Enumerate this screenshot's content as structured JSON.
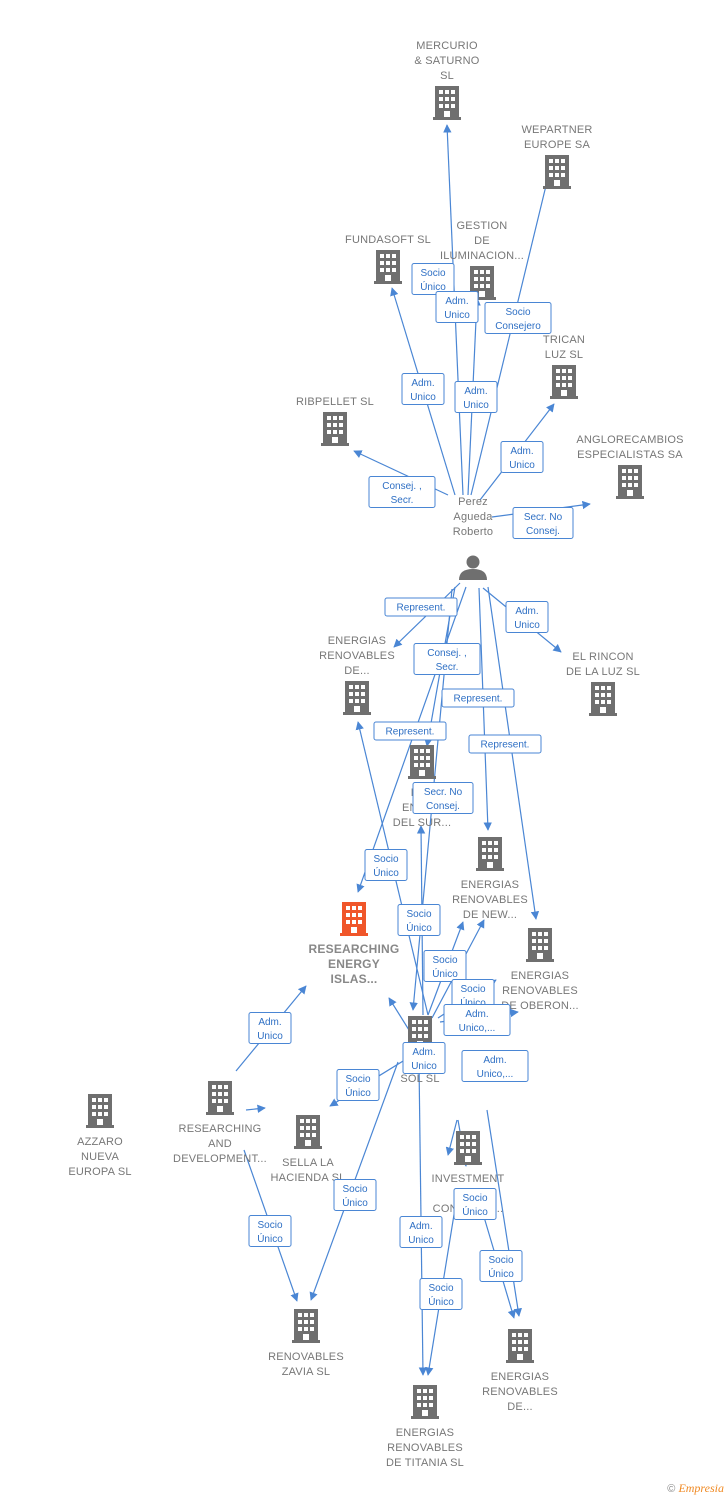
{
  "colors": {
    "edge": "#4a86d4",
    "building": "#6f6f6f",
    "focus": "#f0562a",
    "person": "#6f6f6f"
  },
  "person": {
    "id": "perez",
    "lines": [
      "Perez",
      "Agueda",
      "Roberto"
    ],
    "icon": "person-icon"
  },
  "nodes": [
    {
      "id": "mercurio",
      "lines": [
        "MERCURIO",
        "& SATURNO",
        "SL"
      ],
      "icon": "building-icon"
    },
    {
      "id": "wepartner",
      "lines": [
        "WEPARTNER",
        "EUROPE SA"
      ],
      "icon": "building-icon"
    },
    {
      "id": "fundasoft",
      "lines": [
        "FUNDASOFT SL"
      ],
      "icon": "building-icon"
    },
    {
      "id": "gestion",
      "lines": [
        "GESTION",
        "DE",
        "ILUMINACION..."
      ],
      "icon": "building-icon"
    },
    {
      "id": "electrican",
      "lines": [
        "TRICAN",
        "LUZ SL"
      ],
      "icon": "building-icon"
    },
    {
      "id": "ribpellet",
      "lines": [
        "RIBPELLET SL"
      ],
      "icon": "building-icon"
    },
    {
      "id": "anglorecambios",
      "lines": [
        "ANGLORECAMBIOS",
        "ESPECIALISTAS SA"
      ],
      "icon": "building-icon"
    },
    {
      "id": "energias_de",
      "lines": [
        "ENERGIAS",
        "RENOVABLES",
        "DE..."
      ],
      "icon": "building-icon"
    },
    {
      "id": "rincon",
      "lines": [
        "EL RINCON",
        "DE LA LUZ SL"
      ],
      "icon": "building-icon"
    },
    {
      "id": "fuerza",
      "lines": [
        "FUE",
        "ENERG",
        "DEL SUR..."
      ],
      "icon": "building-icon"
    },
    {
      "id": "energias_new",
      "lines": [
        "ENERGIAS",
        "RENOVABLES",
        "DE NEW..."
      ],
      "icon": "building-icon"
    },
    {
      "id": "researching_islas",
      "lines": [
        "RESEARCHING",
        "ENERGY",
        "ISLAS..."
      ],
      "icon": "building-icon",
      "focus": true
    },
    {
      "id": "energias_oberon",
      "lines": [
        "ENERGIAS",
        "RENOVABLES",
        "DE OBERON..."
      ],
      "icon": "building-icon"
    },
    {
      "id": "fernando",
      "lines": [
        "FE",
        "SOL SL"
      ],
      "icon": "building-icon"
    },
    {
      "id": "azzaro",
      "lines": [
        "AZZARO",
        "NUEVA",
        "EUROPA SL"
      ],
      "icon": "building-icon"
    },
    {
      "id": "research_dev",
      "lines": [
        "RESEARCHING",
        "AND",
        "DEVELOPMENT..."
      ],
      "icon": "building-icon"
    },
    {
      "id": "sella",
      "lines": [
        "SELLA LA",
        "HACIENDA SL"
      ],
      "icon": "building-icon"
    },
    {
      "id": "investment",
      "lines": [
        "INVESTMENT",
        "P",
        "CONSU ON..."
      ],
      "icon": "building-icon"
    },
    {
      "id": "renovables_zavia",
      "lines": [
        "RENOVABLES",
        "ZAVIA SL"
      ],
      "icon": "building-icon"
    },
    {
      "id": "energias_de2",
      "lines": [
        "ENERGIAS",
        "RENOVABLES",
        "DE..."
      ],
      "icon": "building-icon"
    },
    {
      "id": "energias_titania",
      "lines": [
        "ENERGIAS",
        "RENOVABLES",
        "DE TITANIA SL"
      ],
      "icon": "building-icon"
    }
  ],
  "edge_labels": [
    {
      "lines": [
        "Socio",
        "Único"
      ]
    },
    {
      "lines": [
        "Adm.",
        "Unico"
      ]
    },
    {
      "lines": [
        "Socio",
        "Consejero"
      ]
    },
    {
      "lines": [
        "Adm.",
        "Unico"
      ]
    },
    {
      "lines": [
        "Adm.",
        "Unico"
      ]
    },
    {
      "lines": [
        "Adm.",
        "Unico"
      ]
    },
    {
      "lines": [
        "Consej. ,",
        "Secr."
      ]
    },
    {
      "lines": [
        "Secr. No",
        "Consej."
      ]
    },
    {
      "lines": [
        "Represent."
      ]
    },
    {
      "lines": [
        "Adm.",
        "Unico"
      ]
    },
    {
      "lines": [
        "Consej. ,",
        "Secr."
      ]
    },
    {
      "lines": [
        "Represent."
      ]
    },
    {
      "lines": [
        "Represent."
      ]
    },
    {
      "lines": [
        "Represent."
      ]
    },
    {
      "lines": [
        "Secr. No",
        "Consej."
      ]
    },
    {
      "lines": [
        "Socio",
        "Único"
      ]
    },
    {
      "lines": [
        "Socio",
        "Único"
      ]
    },
    {
      "lines": [
        "Socio",
        "Único"
      ]
    },
    {
      "lines": [
        "Socio",
        "Único"
      ]
    },
    {
      "lines": [
        "Adm.",
        "Unico,..."
      ]
    },
    {
      "lines": [
        "Adm.",
        "Unico"
      ]
    },
    {
      "lines": [
        "Adm.",
        "Unico,..."
      ]
    },
    {
      "lines": [
        "Socio",
        "Único"
      ]
    },
    {
      "lines": [
        "Socio",
        "Único"
      ]
    },
    {
      "lines": [
        "Adm.",
        "Unico"
      ]
    },
    {
      "lines": [
        "Adm.",
        "Unico"
      ]
    },
    {
      "lines": [
        "Socio",
        "Único"
      ]
    },
    {
      "lines": [
        "Socio",
        "Único"
      ]
    },
    {
      "lines": [
        "Socio",
        "Único"
      ]
    },
    {
      "lines": [
        "Socio",
        "Único"
      ]
    },
    {
      "lines": [
        "Socio",
        "Único"
      ]
    }
  ],
  "footer": {
    "copyright": "©",
    "brand": "Empresia"
  }
}
